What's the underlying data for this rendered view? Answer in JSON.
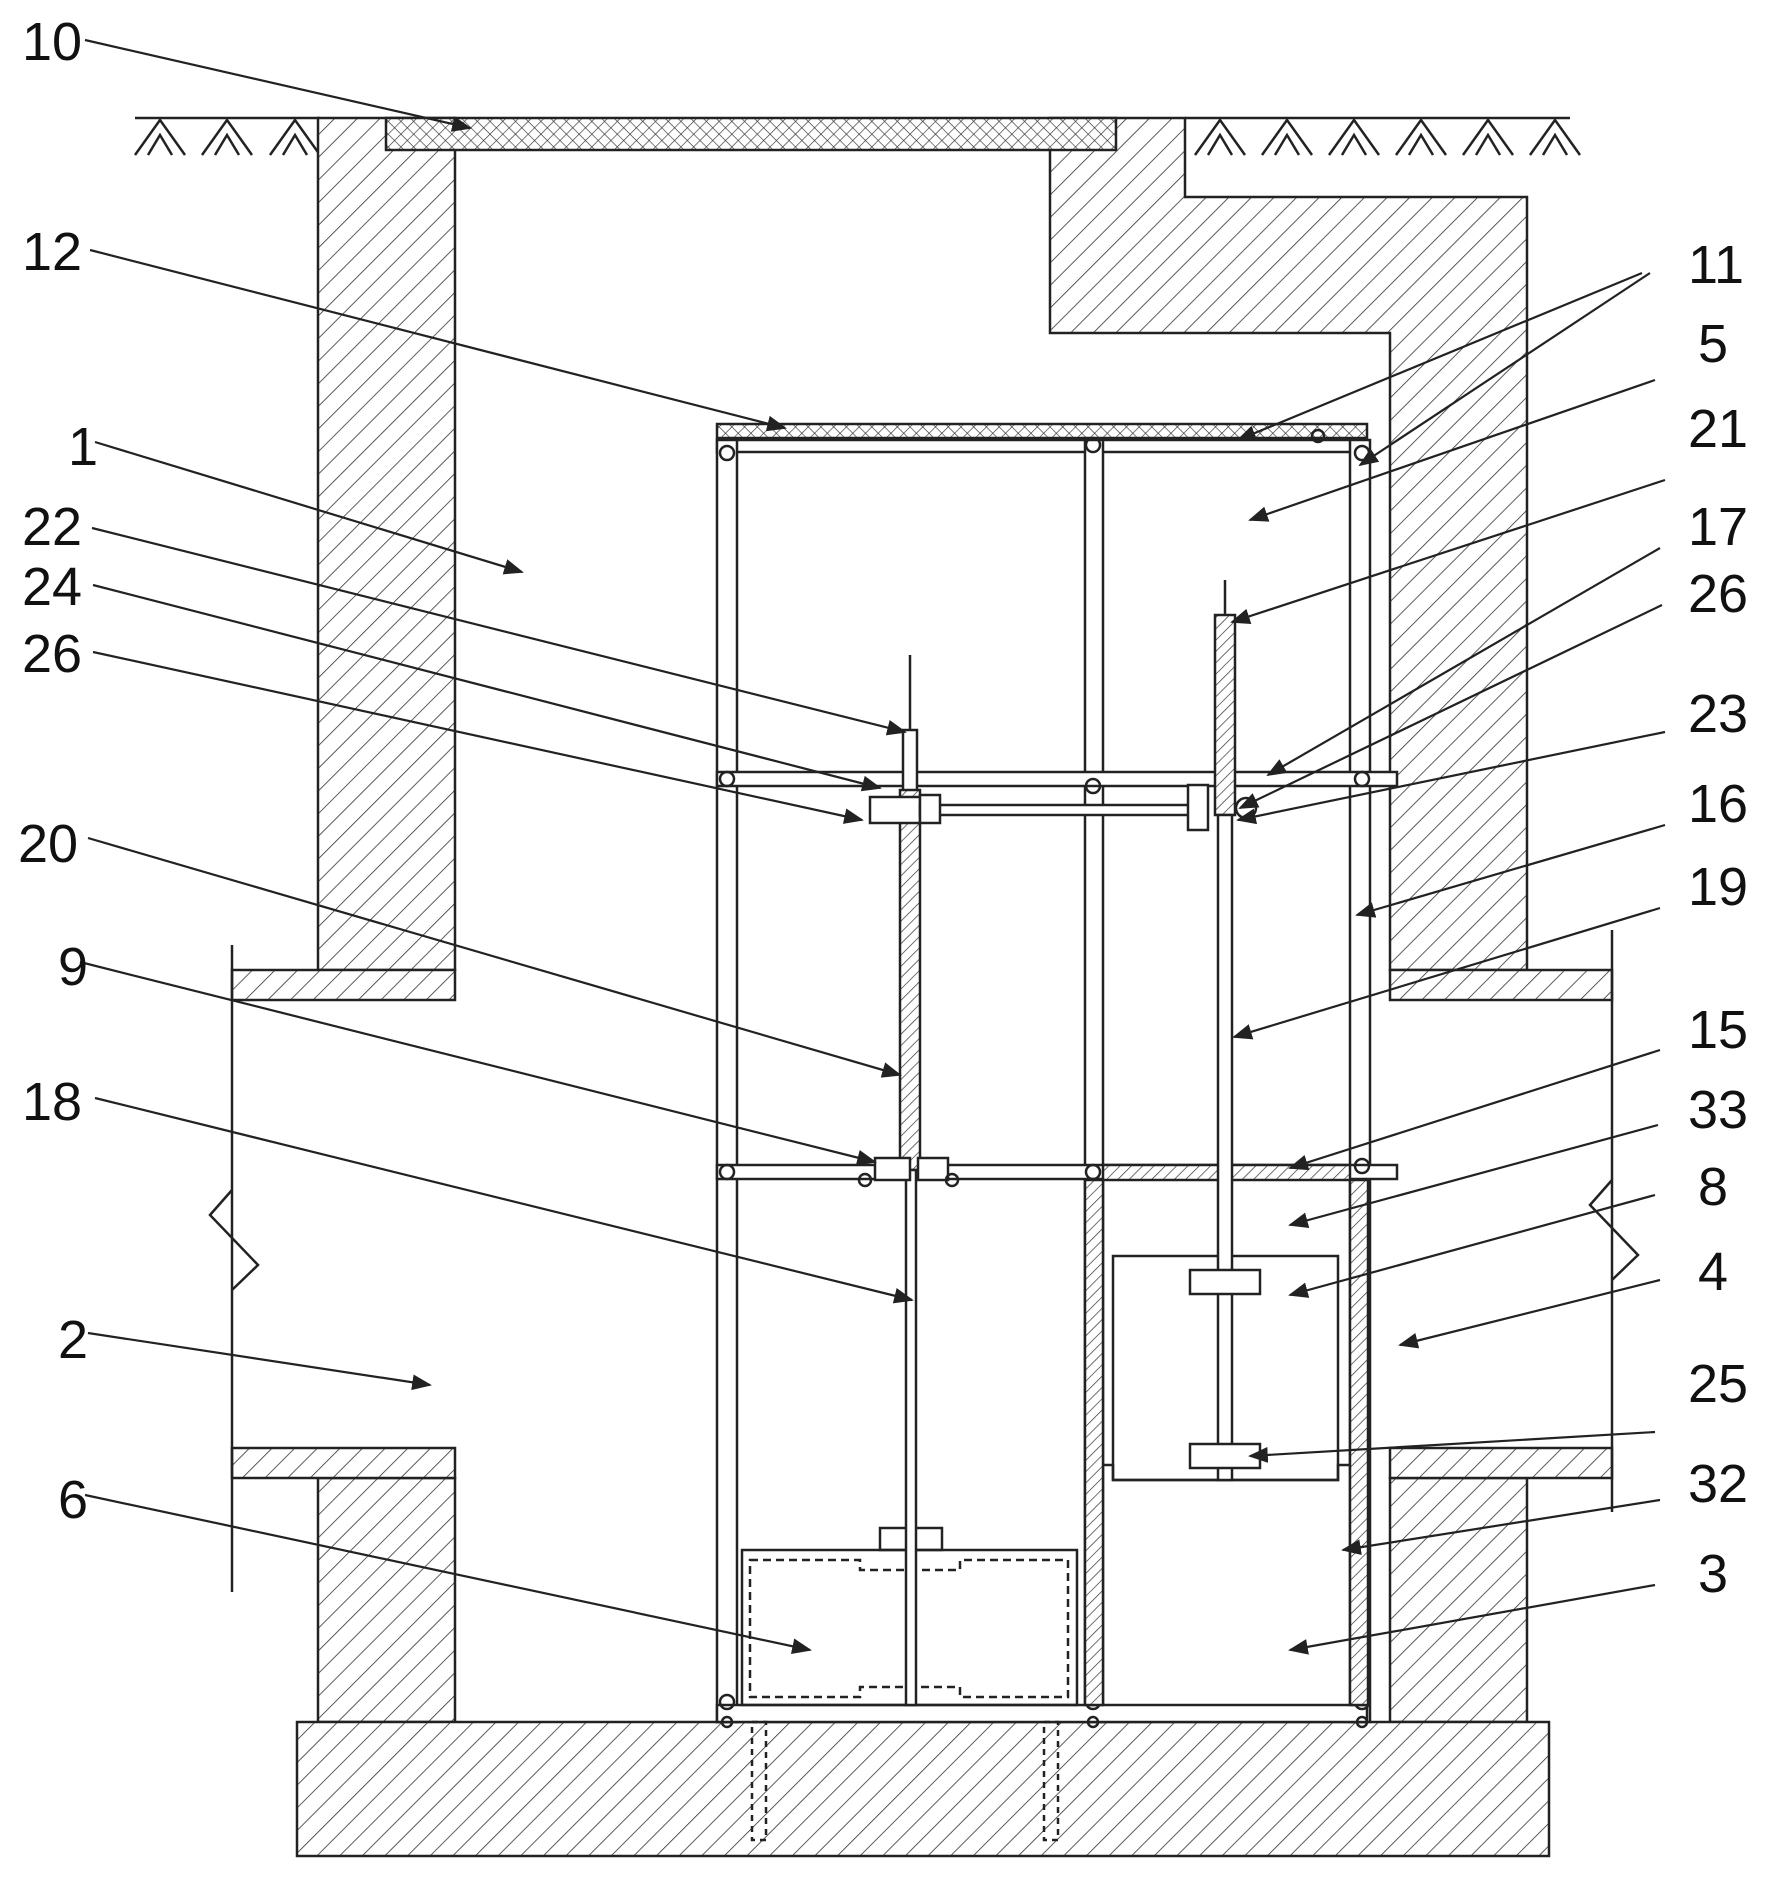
{
  "labels": {
    "l10": "10",
    "l12": "12",
    "l1": "1",
    "l22": "22",
    "l24": "24",
    "l26a": "26",
    "l20": "20",
    "l9": "9",
    "l18": "18",
    "l2": "2",
    "l6": "6",
    "l11": "11",
    "l5": "5",
    "l21": "21",
    "l17": "17",
    "l26b": "26",
    "l23": "23",
    "l16": "16",
    "l19": "19",
    "l15": "15",
    "l33": "33",
    "l8": "8",
    "l4": "4",
    "l25": "25",
    "l32": "32",
    "l3": "3"
  }
}
